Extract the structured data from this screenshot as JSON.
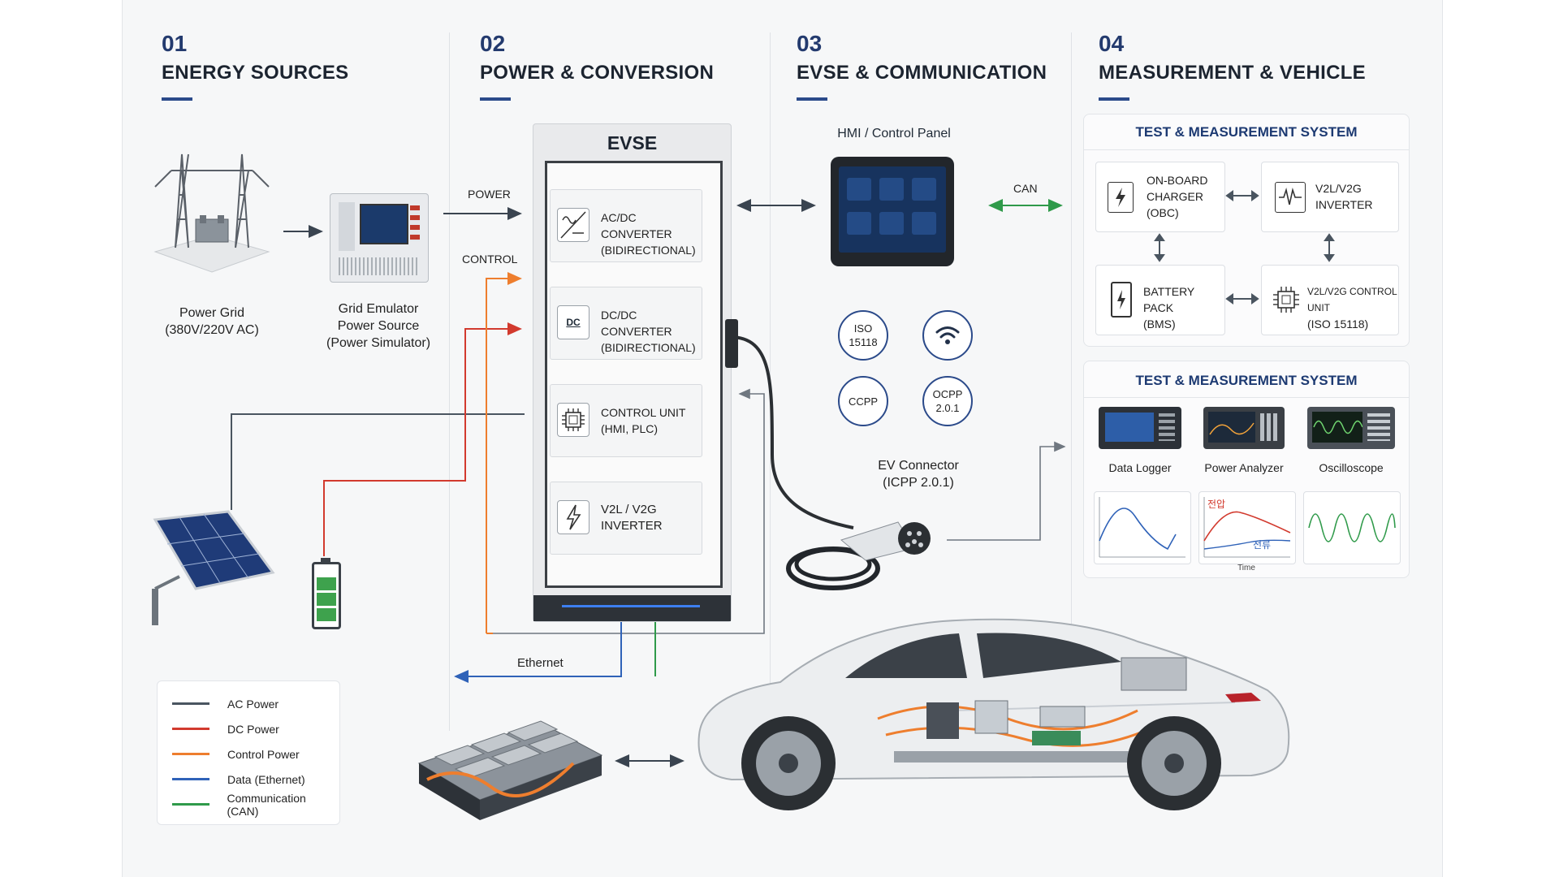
{
  "columns": [
    {
      "num": "01",
      "title": "ENERGY  SOURCES"
    },
    {
      "num": "02",
      "title": "POWER & CONVERSION"
    },
    {
      "num": "03",
      "title": "EVSE & COMMUNICATION"
    },
    {
      "num": "04",
      "title": "MEASUREMENT & VEHICLE"
    }
  ],
  "sources": {
    "grid_l1": "Power Grid",
    "grid_l2": "(380V/220V AC)",
    "emu_l1": "Grid Emulator",
    "emu_l2": "Power Source",
    "emu_l3": "(Power Simulator)"
  },
  "flow": {
    "power": "POWER",
    "control": "CONTROL",
    "ethernet": "Ethernet",
    "can": "CAN"
  },
  "evse": {
    "title": "EVSE",
    "modules": [
      {
        "l1": "AC/DC CONVERTER",
        "l2": "(BIDIRECTIONAL)",
        "icon": "ac-dc-icon"
      },
      {
        "l1": "DC/DC CONVERTER",
        "l2": "(BIDIRECTIONAL)",
        "icon": "dc-dc-icon",
        "badge": "DC"
      },
      {
        "l1": "CONTROL UNIT",
        "l2": "(HMI, PLC)",
        "icon": "chip-icon"
      },
      {
        "l1": "V2L / V2G",
        "l2": "INVERTER",
        "icon": "lightning-icon"
      }
    ]
  },
  "comm": {
    "hmi": "HMI / Control Panel",
    "badges": [
      {
        "l1": "ISO",
        "l2": "15118"
      },
      {
        "l1": "",
        "l2": "",
        "icon": "wifi-icon"
      },
      {
        "l1": "CCPP",
        "l2": ""
      },
      {
        "l1": "OCPP",
        "l2": "2.0.1"
      }
    ],
    "connector_l1": "EV Connector",
    "connector_l2": "(ICPP 2.0.1)"
  },
  "tms1": {
    "title": "TEST & MEASUREMENT SYSTEM",
    "cards": [
      {
        "l1": "ON-BOARD",
        "l2": "CHARGER",
        "l3": "(OBC)",
        "icon": "lightning-icon"
      },
      {
        "l1": "V2L/V2G",
        "l2": "INVERTER",
        "l3": "",
        "icon": "waveform-icon"
      },
      {
        "l1": "BATTERY PACK",
        "l2": "(BMS)",
        "l3": "",
        "icon": "battery-icon"
      },
      {
        "l1": "V2L/V2G CONTROL UNIT",
        "l2": "(ISO 15118)",
        "l3": "",
        "icon": "chip-icon"
      }
    ]
  },
  "tms2": {
    "title": "TEST & MEASUREMENT SYSTEM",
    "devices": [
      "Data Logger",
      "Power Analyzer",
      "Oscilloscope"
    ],
    "graph_voltage": "전압",
    "graph_current": "전류",
    "graph_time": "Time"
  },
  "legend": [
    {
      "label": "AC Power",
      "color": "#4a5560"
    },
    {
      "label": "DC Power",
      "color": "#d23a2e"
    },
    {
      "label": "Control Power",
      "color": "#ee7e2e"
    },
    {
      "label": "Data (Ethernet)",
      "color": "#2f62b8"
    },
    {
      "label": "Communication (CAN)",
      "color": "#2f9a4a"
    }
  ]
}
